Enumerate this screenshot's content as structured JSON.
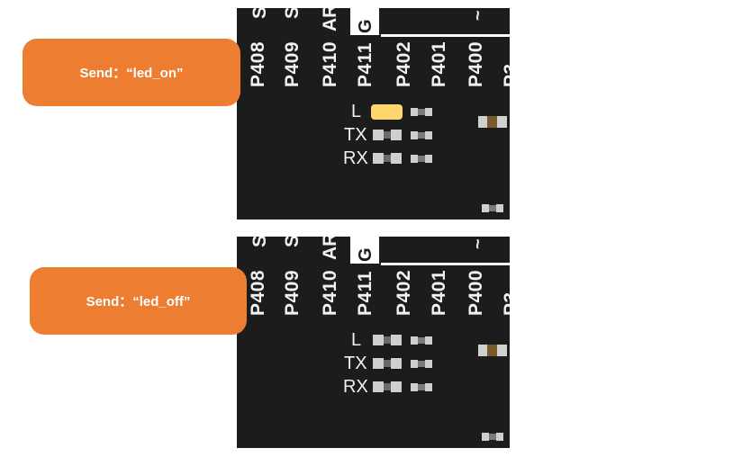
{
  "panels": [
    {
      "callout": "Send：“led_on”",
      "pins": [
        "P408",
        "P409",
        "P410",
        "P411",
        "P402",
        "P401",
        "P400"
      ],
      "top_labels": [
        "S",
        "S",
        "AR"
      ],
      "g_label": "G",
      "tilde": "~",
      "led_rows": [
        "L",
        "TX",
        "RX"
      ],
      "led_state": "on"
    },
    {
      "callout": "Send：“led_off”",
      "pins": [
        "P408",
        "P409",
        "P410",
        "P411",
        "P402",
        "P401",
        "P400"
      ],
      "top_labels": [
        "S",
        "S",
        "AR"
      ],
      "g_label": "G",
      "tilde": "~",
      "led_rows": [
        "L",
        "TX",
        "RX"
      ],
      "led_state": "off"
    }
  ],
  "colors": {
    "callout": "#ed7d31",
    "board": "#1c1c1c",
    "led_lit": "#ffd66b"
  }
}
